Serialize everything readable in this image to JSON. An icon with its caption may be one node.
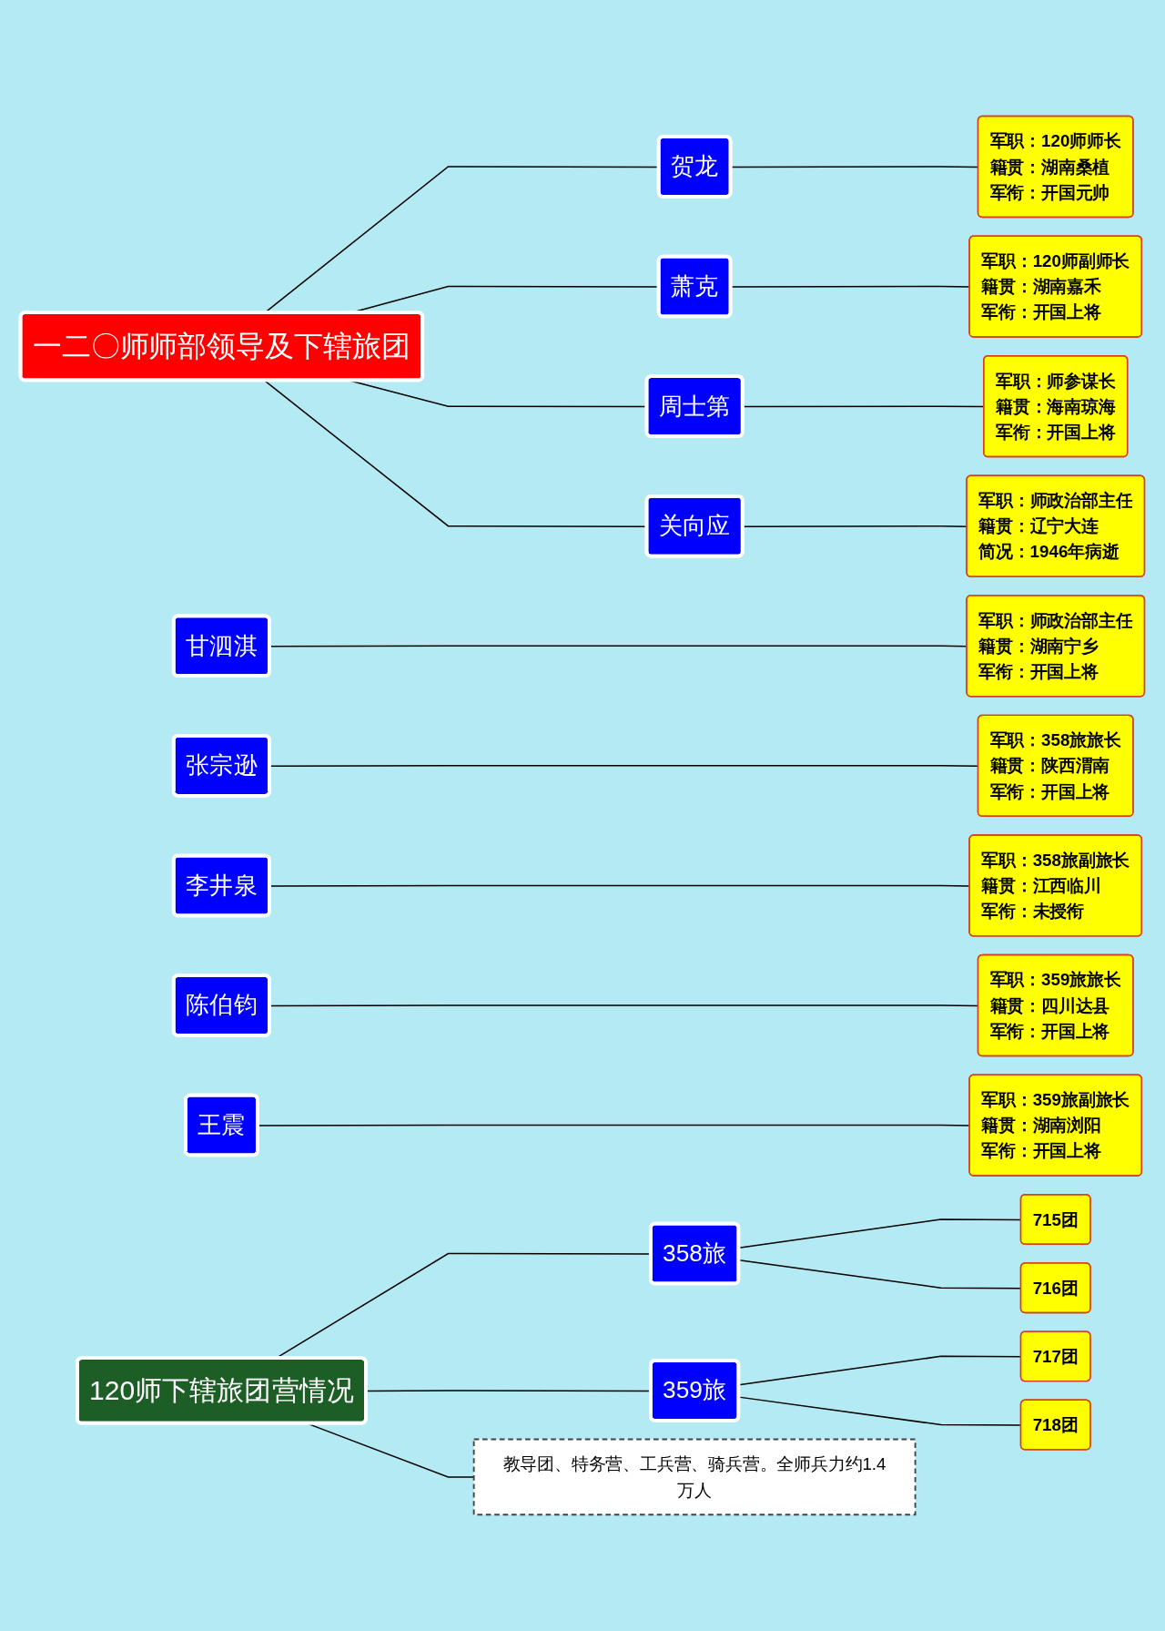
{
  "diagram": {
    "nodes": [
      {
        "text": [
          "一二〇师师部领导及下辖旅团"
        ]
      },
      {
        "text": [
          "贺龙"
        ]
      },
      {
        "text": [
          "军职：120师师长",
          "籍贯：湖南桑植",
          "军衔：开国元帅"
        ]
      },
      {
        "text": [
          "萧克"
        ]
      },
      {
        "text": [
          "军职：120师副师长",
          "籍贯：湖南嘉禾",
          "军衔：开国上将"
        ]
      },
      {
        "text": [
          "周士第"
        ]
      },
      {
        "text": [
          "军职：师参谋长",
          "籍贯：海南琼海",
          "军衔：开国上将"
        ]
      },
      {
        "text": [
          "关向应"
        ]
      },
      {
        "text": [
          "军职：师政治部主任",
          "籍贯：辽宁大连",
          "简况：1946年病逝"
        ]
      },
      {
        "text": [
          "甘泗淇"
        ]
      },
      {
        "text": [
          "军职：师政治部主任",
          "籍贯：湖南宁乡",
          "军衔：开国上将"
        ]
      },
      {
        "text": [
          "张宗逊"
        ]
      },
      {
        "text": [
          "军职：358旅旅长",
          "籍贯：陕西渭南",
          "军衔：开国上将"
        ]
      },
      {
        "text": [
          "李井泉"
        ]
      },
      {
        "text": [
          "军职：358旅副旅长",
          "籍贯：江西临川",
          "军衔：未授衔"
        ]
      },
      {
        "text": [
          "陈伯钧"
        ]
      },
      {
        "text": [
          "军职：359旅旅长",
          "籍贯：四川达县",
          "军衔：开国上将"
        ]
      },
      {
        "text": [
          "王震"
        ]
      },
      {
        "text": [
          "军职：359旅副旅长",
          "籍贯：湖南浏阳",
          "军衔：开国上将"
        ]
      },
      {
        "text": [
          "120师下辖旅团营情况"
        ]
      },
      {
        "text": [
          "358旅"
        ]
      },
      {
        "text": [
          "359旅"
        ]
      },
      {
        "text": [
          "教导团、特务营、工兵营、骑兵营。全师兵力约1.4万人"
        ]
      },
      {
        "text": [
          "715团"
        ]
      },
      {
        "text": [
          "716团"
        ]
      },
      {
        "text": [
          "717团"
        ]
      },
      {
        "text": [
          "718团"
        ]
      }
    ],
    "edges": [
      {
        "from": 0,
        "to": 1,
        "arrow": "none"
      },
      {
        "from": 0,
        "to": 3,
        "arrow": "none"
      },
      {
        "from": 0,
        "to": 5,
        "arrow": "none"
      },
      {
        "from": 0,
        "to": 7,
        "arrow": "none"
      },
      {
        "from": 1,
        "to": 2,
        "arrow": "none"
      },
      {
        "from": 3,
        "to": 4,
        "arrow": "none"
      },
      {
        "from": 5,
        "to": 6,
        "arrow": "none"
      },
      {
        "from": 7,
        "to": 8,
        "arrow": "none"
      },
      {
        "from": 9,
        "to": 10,
        "arrow": "none"
      },
      {
        "from": 11,
        "to": 12,
        "arrow": "none"
      },
      {
        "from": 13,
        "to": 14,
        "arrow": "none"
      },
      {
        "from": 15,
        "to": 16,
        "arrow": "none"
      },
      {
        "from": 17,
        "to": 18,
        "arrow": "none"
      },
      {
        "from": 19,
        "to": 20,
        "arrow": "none"
      },
      {
        "from": 19,
        "to": 21,
        "arrow": "none"
      },
      {
        "from": 19,
        "to": 22,
        "arrow": "none"
      },
      {
        "from": 20,
        "to": 23,
        "arrow": "none"
      },
      {
        "from": 20,
        "to": 24,
        "arrow": "none"
      },
      {
        "from": 21,
        "to": 25,
        "arrow": "none"
      },
      {
        "from": 21,
        "to": 26,
        "arrow": "none"
      }
    ]
  }
}
